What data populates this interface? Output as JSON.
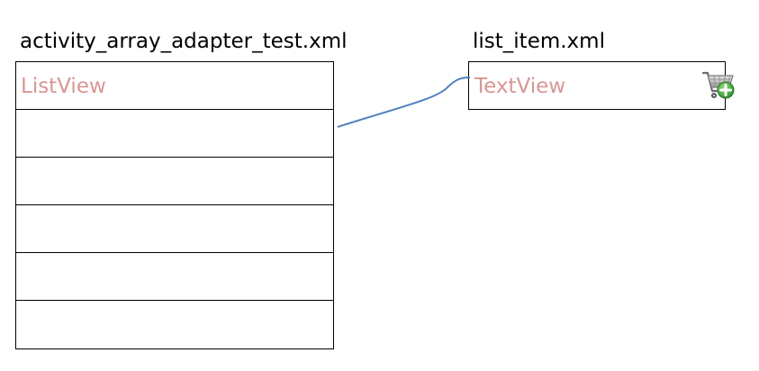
{
  "left_file": {
    "title": "activity_array_adapter_test.xml",
    "rows": [
      "ListView",
      "",
      "",
      "",
      "",
      ""
    ]
  },
  "right_file": {
    "title": "list_item.xml",
    "text_view_label": "TextView",
    "icon": "shopping-cart-add-icon"
  },
  "colors": {
    "label": "#d99694",
    "connector": "#4f81bd",
    "border": "#000000"
  }
}
